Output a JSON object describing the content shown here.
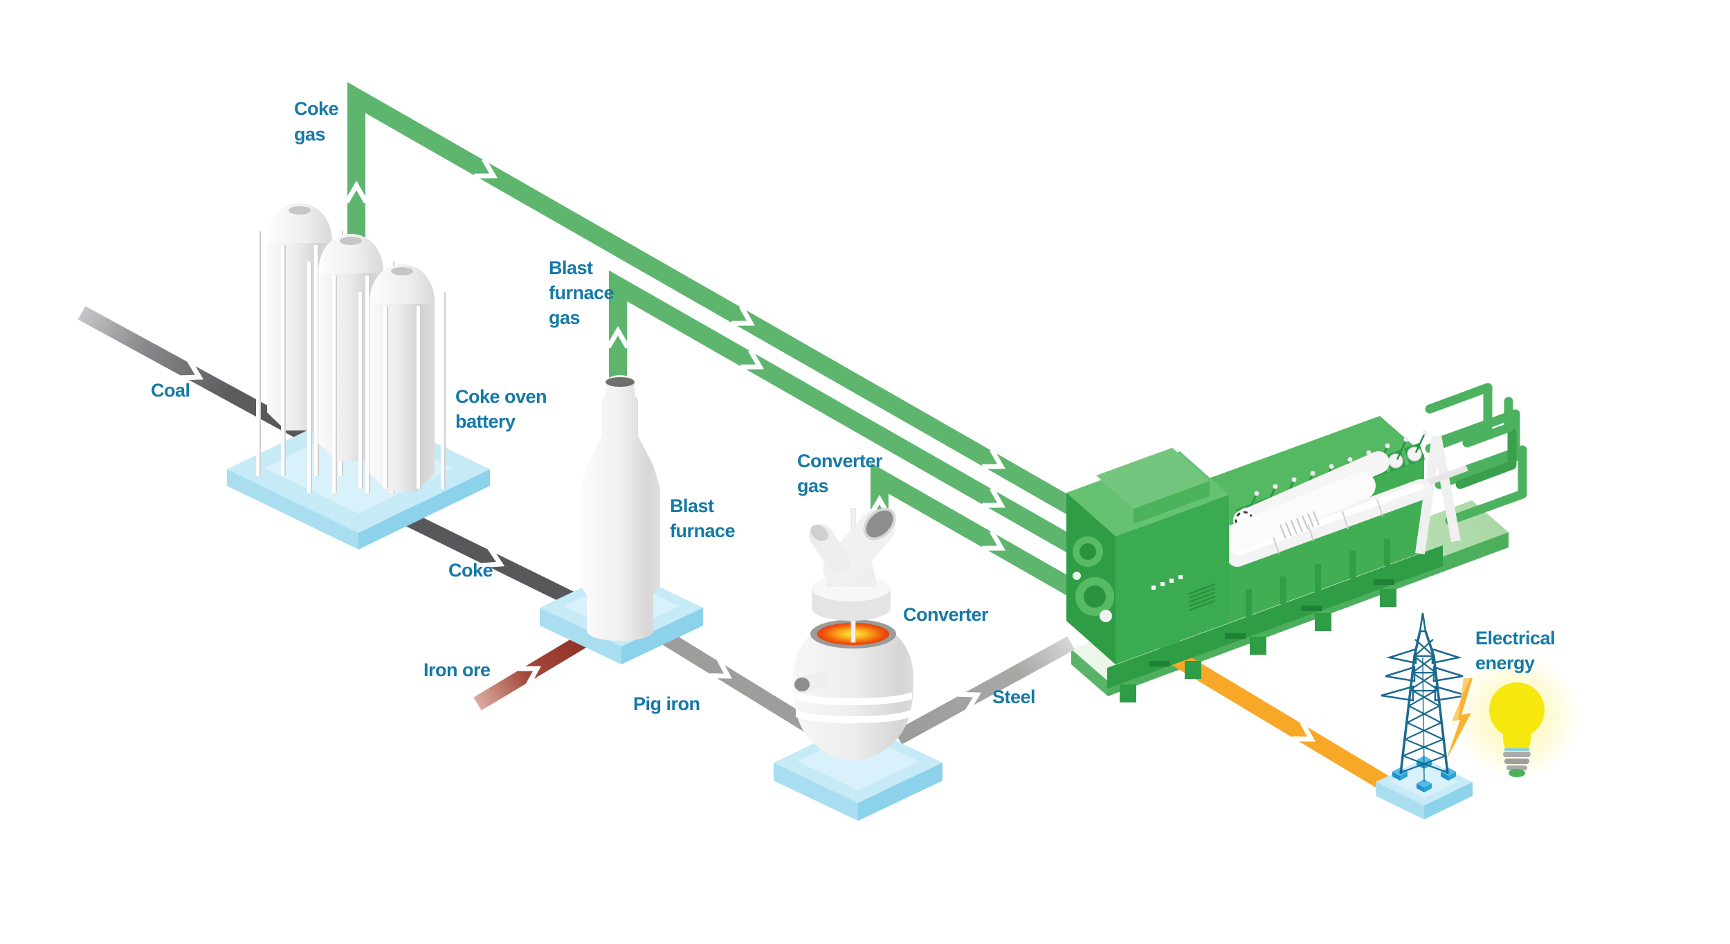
{
  "title": "Steel mill gases to electrical energy process diagram",
  "labels": {
    "coke_gas": [
      "Coke",
      "gas"
    ],
    "coal": "Coal",
    "coke_oven_battery": [
      "Coke oven",
      "battery"
    ],
    "blast_furnace_gas": [
      "Blast",
      "furnace",
      "gas"
    ],
    "blast_furnace": [
      "Blast",
      "furnace"
    ],
    "coke": "Coke",
    "iron_ore": "Iron ore",
    "pig_iron": "Pig iron",
    "converter_gas": [
      "Converter",
      "gas"
    ],
    "converter": "Converter",
    "steel": "Steel",
    "electrical_energy": [
      "Electrical",
      "energy"
    ]
  },
  "colors": {
    "label_text": "#1579a7",
    "gas_pipe_green": "#5eb56e",
    "coal_coke_flow": "#58585a",
    "iron_ore_flow": "#8e2f24",
    "pig_iron_steel_flow": "#9d9d9c",
    "electricity_flow": "#f8a827",
    "platform_blue": "#c6eaf6",
    "engine_green": "#3cab52",
    "pylon_blue": "#1a698f",
    "bulb_yellow": "#f6e70e"
  },
  "connections": [
    {
      "flow": "Coal",
      "to": "Coke oven battery",
      "kind": "material"
    },
    {
      "flow": "Coke",
      "from": "Coke oven battery",
      "to": "Blast furnace",
      "kind": "material"
    },
    {
      "flow": "Iron ore",
      "to": "Blast furnace",
      "kind": "material"
    },
    {
      "flow": "Pig iron",
      "from": "Blast furnace",
      "to": "Converter",
      "kind": "material"
    },
    {
      "flow": "Steel",
      "from": "Converter",
      "kind": "material"
    },
    {
      "flow": "Coke gas",
      "from": "Coke oven battery",
      "to": "engine",
      "kind": "gas"
    },
    {
      "flow": "Blast furnace gas",
      "from": "Blast furnace",
      "to": "engine",
      "kind": "gas"
    },
    {
      "flow": "Converter gas",
      "from": "Converter",
      "to": "engine",
      "kind": "gas"
    },
    {
      "flow": "Electrical energy",
      "from": "engine",
      "to": "pylon",
      "kind": "electricity"
    }
  ]
}
